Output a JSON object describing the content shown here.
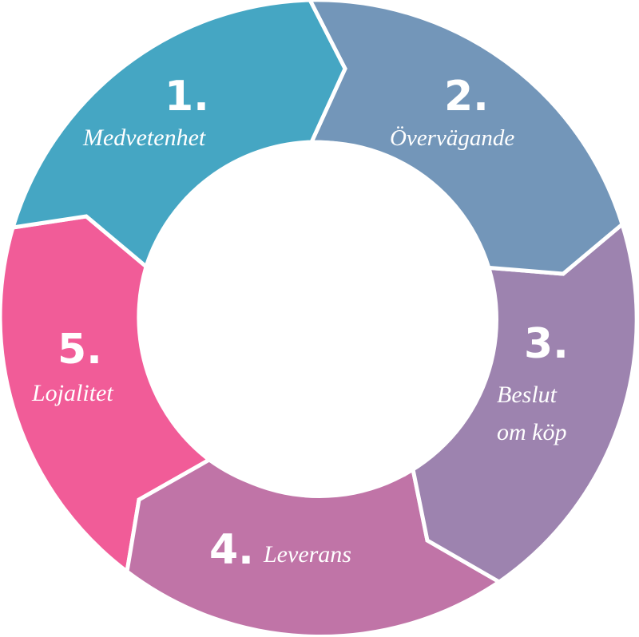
{
  "diagram": {
    "segments": [
      {
        "number": "1.",
        "label": "Medvetenhet",
        "color": "#45A6C3"
      },
      {
        "number": "2.",
        "label": "Övervägande",
        "color": "#7396B9"
      },
      {
        "number": "3.",
        "label_line1": "Beslut",
        "label_line2": "om köp",
        "color": "#9D83AF"
      },
      {
        "number": "4.",
        "label": "Leverans",
        "color": "#C074A7"
      },
      {
        "number": "5.",
        "label": "Lojalitet",
        "color": "#F15C98"
      }
    ]
  }
}
